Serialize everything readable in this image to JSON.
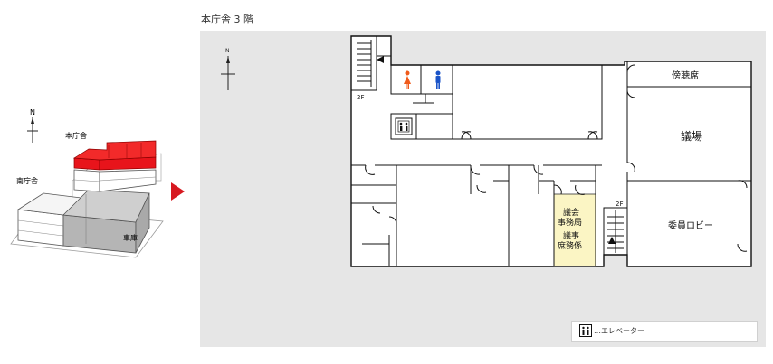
{
  "floor_title": "本庁舎 3 階",
  "overview": {
    "north_label": "N",
    "main_building": "本庁舎",
    "south_building": "南庁舎",
    "garage": "車庫"
  },
  "plan": {
    "north_label": "N",
    "stair_label_a": "2F",
    "stair_label_b": "2F",
    "rooms": {
      "gallery": "傍聴席",
      "assembly_hall": "議場",
      "committee_lobby": "委員ロビー",
      "secretariat_line1": "議会",
      "secretariat_line2": "事務局",
      "affairs_line1": "議事",
      "affairs_line2": "庶務係"
    }
  },
  "legend": {
    "elevator_text": "…エレベーター"
  },
  "colors": {
    "highlight_floor": "#e8141b",
    "highlight_room": "#fbf5c4",
    "male_icon": "#1a53c8",
    "female_icon": "#f05a1a"
  }
}
